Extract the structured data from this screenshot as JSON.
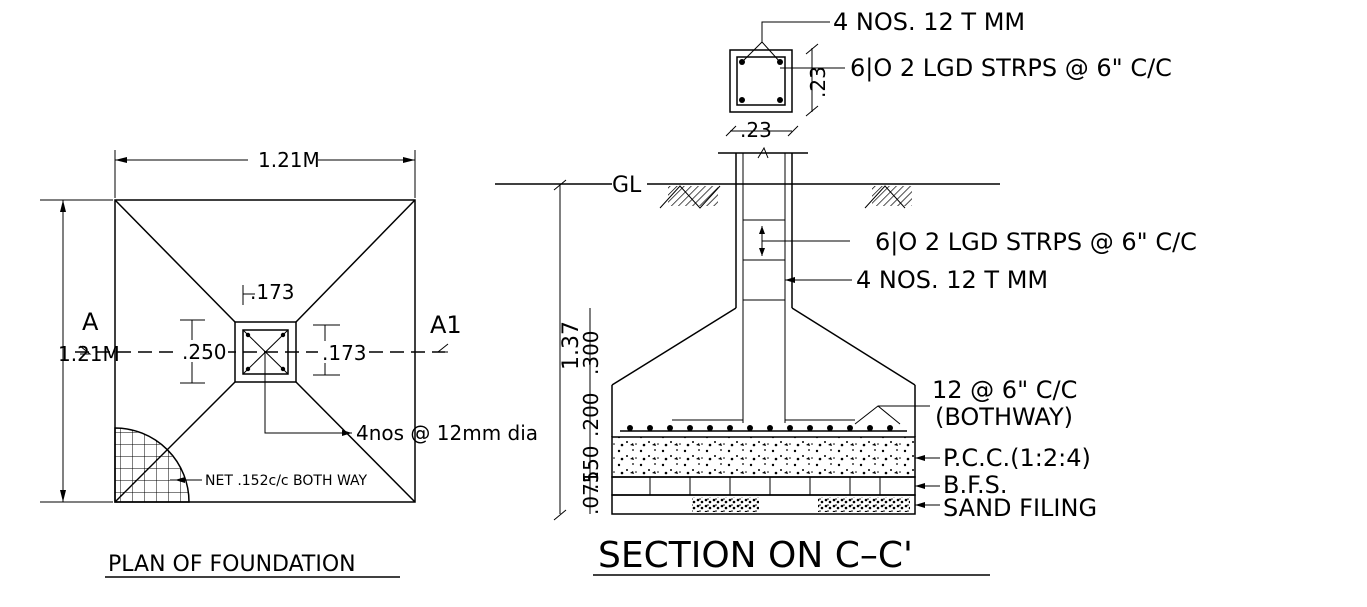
{
  "plan": {
    "title": "PLAN OF FOUNDATION",
    "width_dim": "1.21M",
    "height_dim": "1.21M",
    "section_left": "A",
    "section_right": "A1",
    "col_dim_top": ".173",
    "col_dim_left": ".250",
    "col_dim_right": ".173",
    "bar_note": "4nos @ 12mm dia",
    "mesh_note": "NET .152c/c BOTH WAY"
  },
  "section": {
    "title": "SECTION ON C–C'",
    "col_top_bars": "4 NOS. 12  T  MM",
    "col_top_stirrups": "6|O   2 LGD STRPS @ 6\" C/C",
    "col_size_h": ".23",
    "col_size_v": ".23",
    "ground_label": "GL",
    "mid_stirrups": "6|O   2 LGD STRPS @ 6\" C/C",
    "mid_bars": "4 NOS. 12  T  MM",
    "depth_dim": "1.37",
    "dim_a": ".300",
    "dim_b": ".200",
    "dim_c": ".150",
    "dim_d": ".075",
    "base_bars_1": "12   @ 6\" C/C",
    "base_bars_2": "(BOTHWAY)",
    "pcc": "P.C.C.(1:2:4)",
    "bfs": "B.F.S.",
    "sand": "SAND FILING"
  }
}
